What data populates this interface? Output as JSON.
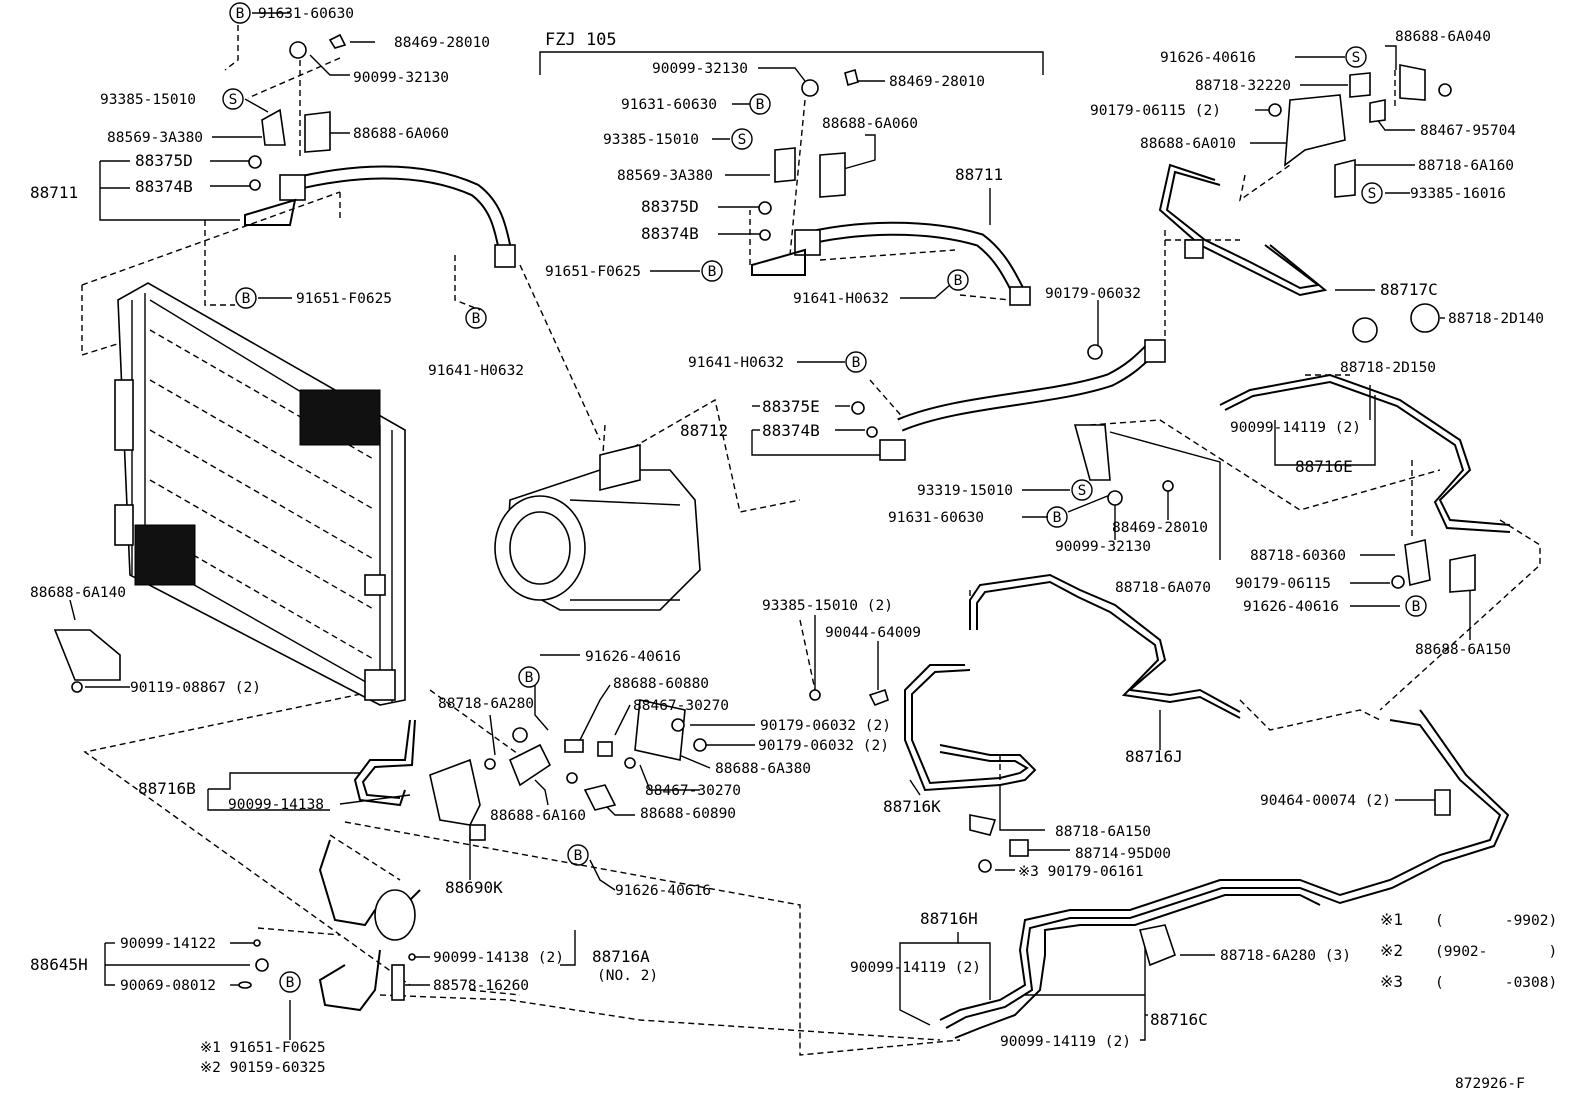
{
  "diagram": {
    "header": "FZJ 105",
    "figure_id": "872926-F",
    "markers": {
      "b": "B",
      "s": "S"
    },
    "legend": [
      {
        "mark": "※1",
        "range": "(       -9902)"
      },
      {
        "mark": "※2",
        "range": "(9902-       )"
      },
      {
        "mark": "※3",
        "range": "(       -0308)"
      }
    ],
    "labels": {
      "p91631_60630_a": "91631-60630",
      "p88469_28010_a": "88469-28010",
      "p90099_32130_a": "90099-32130",
      "p93385_15010_a": "93385-15010",
      "p88569_3A380_a": "88569-3A380",
      "p88688_6A060_a": "88688-6A060",
      "p88375D_a": "88375D",
      "p88374B_a": "88374B",
      "p88711_a": "88711",
      "p91651_F0625_a": "91651-F0625",
      "p91641_H0632_a": "91641-H0632",
      "p90099_32130_b": "90099-32130",
      "p88469_28010_b": "88469-28010",
      "p91631_60630_b": "91631-60630",
      "p93385_15010_b": "93385-15010",
      "p88688_6A060_b": "88688-6A060",
      "p88569_3A380_b": "88569-3A380",
      "p88711_b": "88711",
      "p88375D_b": "88375D",
      "p88374B_b": "88374B",
      "p91651_F0625_b": "91651-F0625",
      "p91641_H0632_b": "91641-H0632",
      "p91626_40616_a": "91626-40616",
      "p88688_6A040": "88688-6A040",
      "p88718_32220": "88718-32220",
      "p90179_06115_a": "90179-06115 (2)",
      "p88467_95704": "88467-95704",
      "p88688_6A010": "88688-6A010",
      "p88718_6A160": "88718-6A160",
      "p93385_16016": "93385-16016",
      "p88717C": "88717C",
      "p88718_2D140": "88718-2D140",
      "p88718_2D150": "88718-2D150",
      "p90099_14119_a": "90099-14119 (2)",
      "p88716E": "88716E",
      "p90179_06032_a": "90179-06032",
      "p91641_H0632_c": "91641-H0632",
      "p88375E": "88375E",
      "p88712": "88712",
      "p88374B_c": "88374B",
      "p93319_15010": "93319-15010",
      "p91631_60630_c": "91631-60630",
      "p88469_28010_c": "88469-28010",
      "p90099_32130_c": "90099-32130",
      "p88718_6A070": "88718-6A070",
      "p88718_60360": "88718-60360",
      "p90179_06115_b": "90179-06115",
      "p91626_40616_b": "91626-40616",
      "p88688_6A150": "88688-6A150",
      "p88688_6A140": "88688-6A140",
      "p90119_08867": "90119-08867 (2)",
      "p91626_40616_c": "91626-40616",
      "p88688_60880": "88688-60880",
      "p88467_30270_a": "88467-30270",
      "p88718_6A280_a": "88718-6A280",
      "p93385_15010_c": "93385-15010 (2)",
      "p90044_64009": "90044-64009",
      "p90179_06032_b": "90179-06032 (2)",
      "p90179_06032_c": "90179-06032 (2)",
      "p88688_6A380": "88688-6A380",
      "p88467_30270_b": "88467-30270",
      "p88688_60890": "88688-60890",
      "p88688_6A160": "88688-6A160",
      "p88716B": "88716B",
      "p90099_14138_a": "90099-14138",
      "p88690K": "88690K",
      "p91626_40616_d": "91626-40616",
      "p88716J": "88716J",
      "p90464_00074": "90464-00074 (2)",
      "p88716K": "88716K",
      "p88718_6A150": "88718-6A150",
      "p88714_95D00": "88714-95D00",
      "p90179_06161": "※3 90179-06161",
      "p88716H": "88716H",
      "p90099_14119_b": "90099-14119 (2)",
      "p88718_6A280_b": "88718-6A280 (3)",
      "p88716C": "88716C",
      "p90099_14119_c": "90099-14119 (2)",
      "p90099_14122": "90099-14122",
      "p90099_14138_b": "90099-14138 (2)",
      "p88716A": "88716A",
      "p88716A_no": "(NO. 2)",
      "p88645H": "88645H",
      "p90069_08012": "90069-08012",
      "p88578_16260": "88578-16260",
      "p91651_F0625_c": "※1  91651-F0625",
      "p90159_60325": "※2  90159-60325"
    }
  }
}
